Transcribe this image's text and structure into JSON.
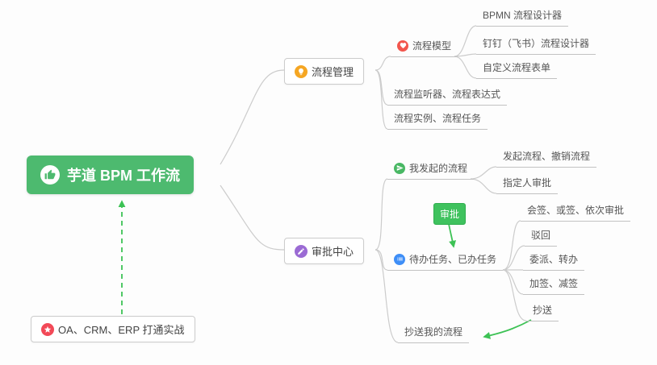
{
  "root": {
    "label": "芋道 BPM 工作流"
  },
  "nodes": {
    "process_management": "流程管理",
    "process_model": "流程模型",
    "bpmn_designer": "BPMN 流程设计器",
    "dingtalk_designer": "钉钉（飞书）流程设计器",
    "custom_form": "自定义流程表单",
    "listener_expression": "流程监听器、流程表达式",
    "instance_task": "流程实例、流程任务",
    "approval_center": "审批中心",
    "my_initiated": "我发起的流程",
    "initiate_cancel": "发起流程、撤销流程",
    "assignee_approval": "指定人审批",
    "approval_badge": "审批",
    "todo_done": "待办任务、已办任务",
    "countersign": "会签、或签、依次审批",
    "reject": "驳回",
    "delegate_transfer": "委派、转办",
    "add_remove_sign": "加签、减签",
    "cc": "抄送",
    "cc_my_process": "抄送我的流程",
    "oa_integration": "OA、CRM、ERP 打通实战"
  },
  "colors": {
    "root_bg": "#4dba6f",
    "connector": "#cccccc",
    "arrow_green": "#3dc255",
    "icon_orange": "#f5a623",
    "icon_red": "#f2564d",
    "icon_purple": "#9b6bd4",
    "icon_green": "#49b864",
    "icon_blue": "#3e8ef7",
    "icon_star_red": "#f24957"
  }
}
